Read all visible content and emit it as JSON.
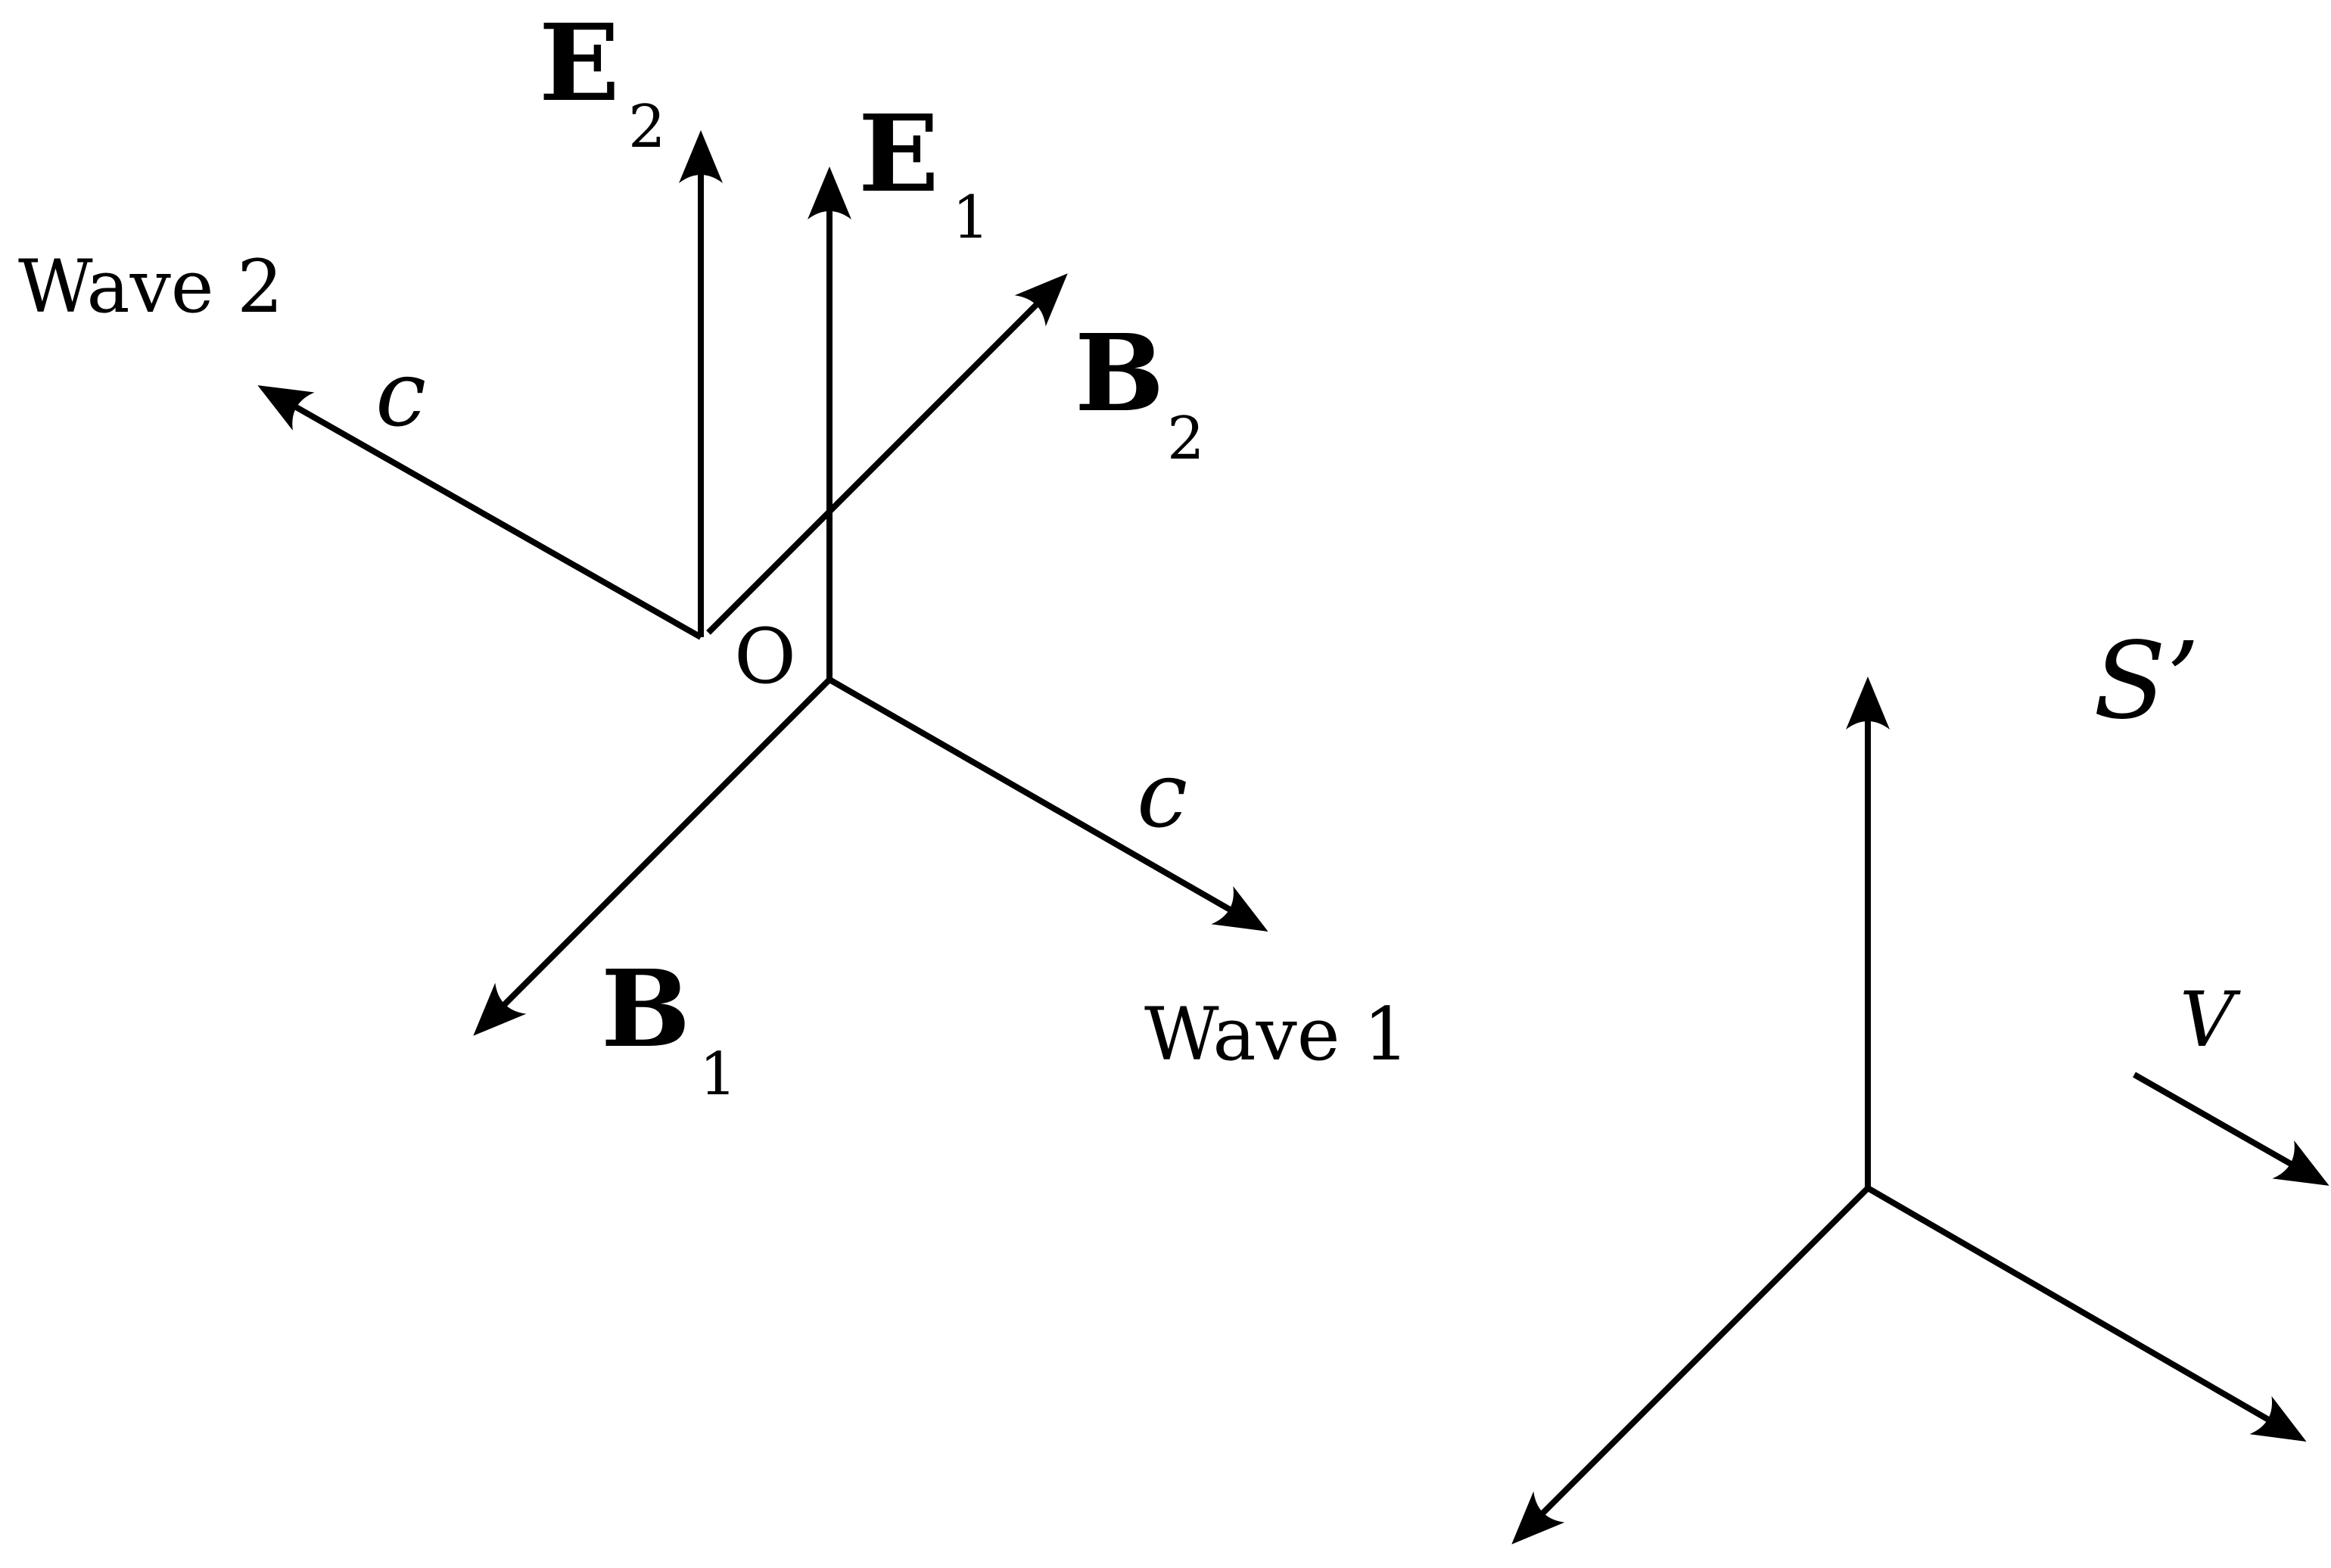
{
  "diagram": {
    "title": "",
    "origin_label": "O",
    "frame_label": "S’",
    "velocity_label": "V",
    "wave1": {
      "label": "Wave 1",
      "speed_label": "c",
      "E_label": "E",
      "E_sub": "1",
      "B_label": "B",
      "B_sub": "1"
    },
    "wave2": {
      "label": "Wave 2",
      "speed_label": "c",
      "E_label": "E",
      "E_sub": "2",
      "B_label": "B",
      "B_sub": "2"
    },
    "colors": {
      "stroke": "#000000",
      "background": "#ffffff"
    }
  }
}
